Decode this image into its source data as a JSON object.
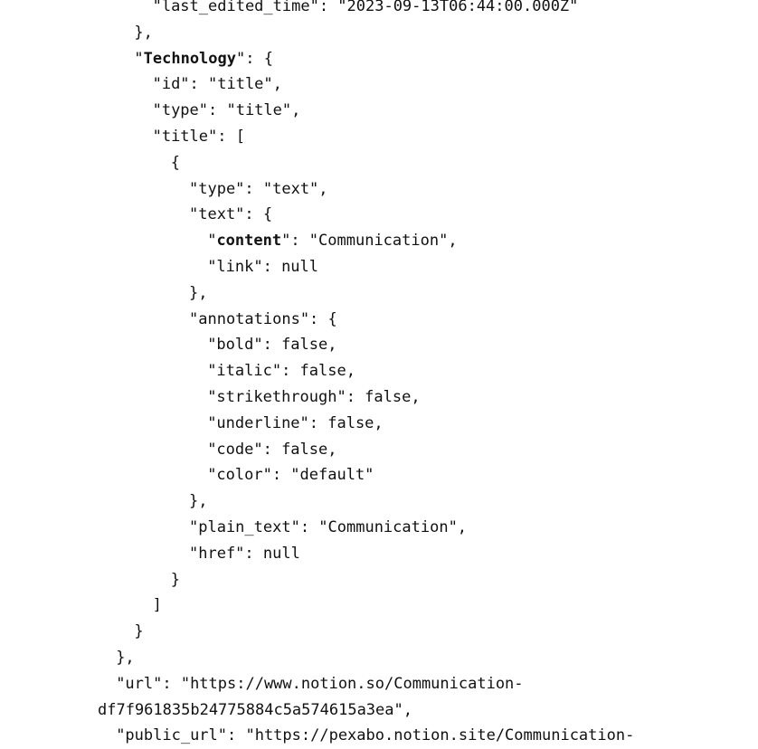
{
  "lines": [
    {
      "indent": 6,
      "text": "\"last_edited_time\": \"2023-09-13T06:44:00.000Z\""
    },
    {
      "indent": 4,
      "text": "},"
    },
    {
      "indent": 4,
      "prefix": "\"",
      "bold": "Technology",
      "suffix": "\": {"
    },
    {
      "indent": 6,
      "text": "\"id\": \"title\","
    },
    {
      "indent": 6,
      "text": "\"type\": \"title\","
    },
    {
      "indent": 6,
      "text": "\"title\": ["
    },
    {
      "indent": 8,
      "text": "{"
    },
    {
      "indent": 10,
      "text": "\"type\": \"text\","
    },
    {
      "indent": 10,
      "text": "\"text\": {"
    },
    {
      "indent": 12,
      "prefix": "\"",
      "bold": "content",
      "suffix": "\": \"Communication\","
    },
    {
      "indent": 12,
      "text": "\"link\": null"
    },
    {
      "indent": 10,
      "text": "},"
    },
    {
      "indent": 10,
      "text": "\"annotations\": {"
    },
    {
      "indent": 12,
      "text": "\"bold\": false,"
    },
    {
      "indent": 12,
      "text": "\"italic\": false,"
    },
    {
      "indent": 12,
      "text": "\"strikethrough\": false,"
    },
    {
      "indent": 12,
      "text": "\"underline\": false,"
    },
    {
      "indent": 12,
      "text": "\"code\": false,"
    },
    {
      "indent": 12,
      "text": "\"color\": \"default\""
    },
    {
      "indent": 10,
      "text": "},"
    },
    {
      "indent": 10,
      "text": "\"plain_text\": \"Communication\","
    },
    {
      "indent": 10,
      "text": "\"href\": null"
    },
    {
      "indent": 8,
      "text": "}"
    },
    {
      "indent": 6,
      "text": "]"
    },
    {
      "indent": 4,
      "text": "}"
    },
    {
      "indent": 2,
      "text": "},"
    },
    {
      "indent": 2,
      "text": "\"url\": \"https://www.notion.so/Communication-"
    },
    {
      "indent": 0,
      "text": "df7f961835b24775884c5a574615a3ea\","
    },
    {
      "indent": 2,
      "text": "\"public_url\": \"https://pexabo.notion.site/Communication-"
    }
  ]
}
